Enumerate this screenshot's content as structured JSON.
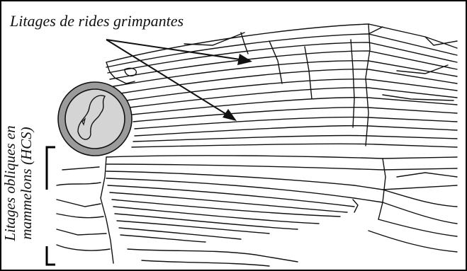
{
  "labels": {
    "ripple_climbing": "Litages de rides grimpantes",
    "hcs_line1": "Litages obliques en",
    "hcs_line2": "mammelons (HCS)"
  },
  "colors": {
    "ink": "#111111",
    "frame": "#000000",
    "coin_ring": "#9b9b9b",
    "coin_face": "#d4d4d4"
  }
}
